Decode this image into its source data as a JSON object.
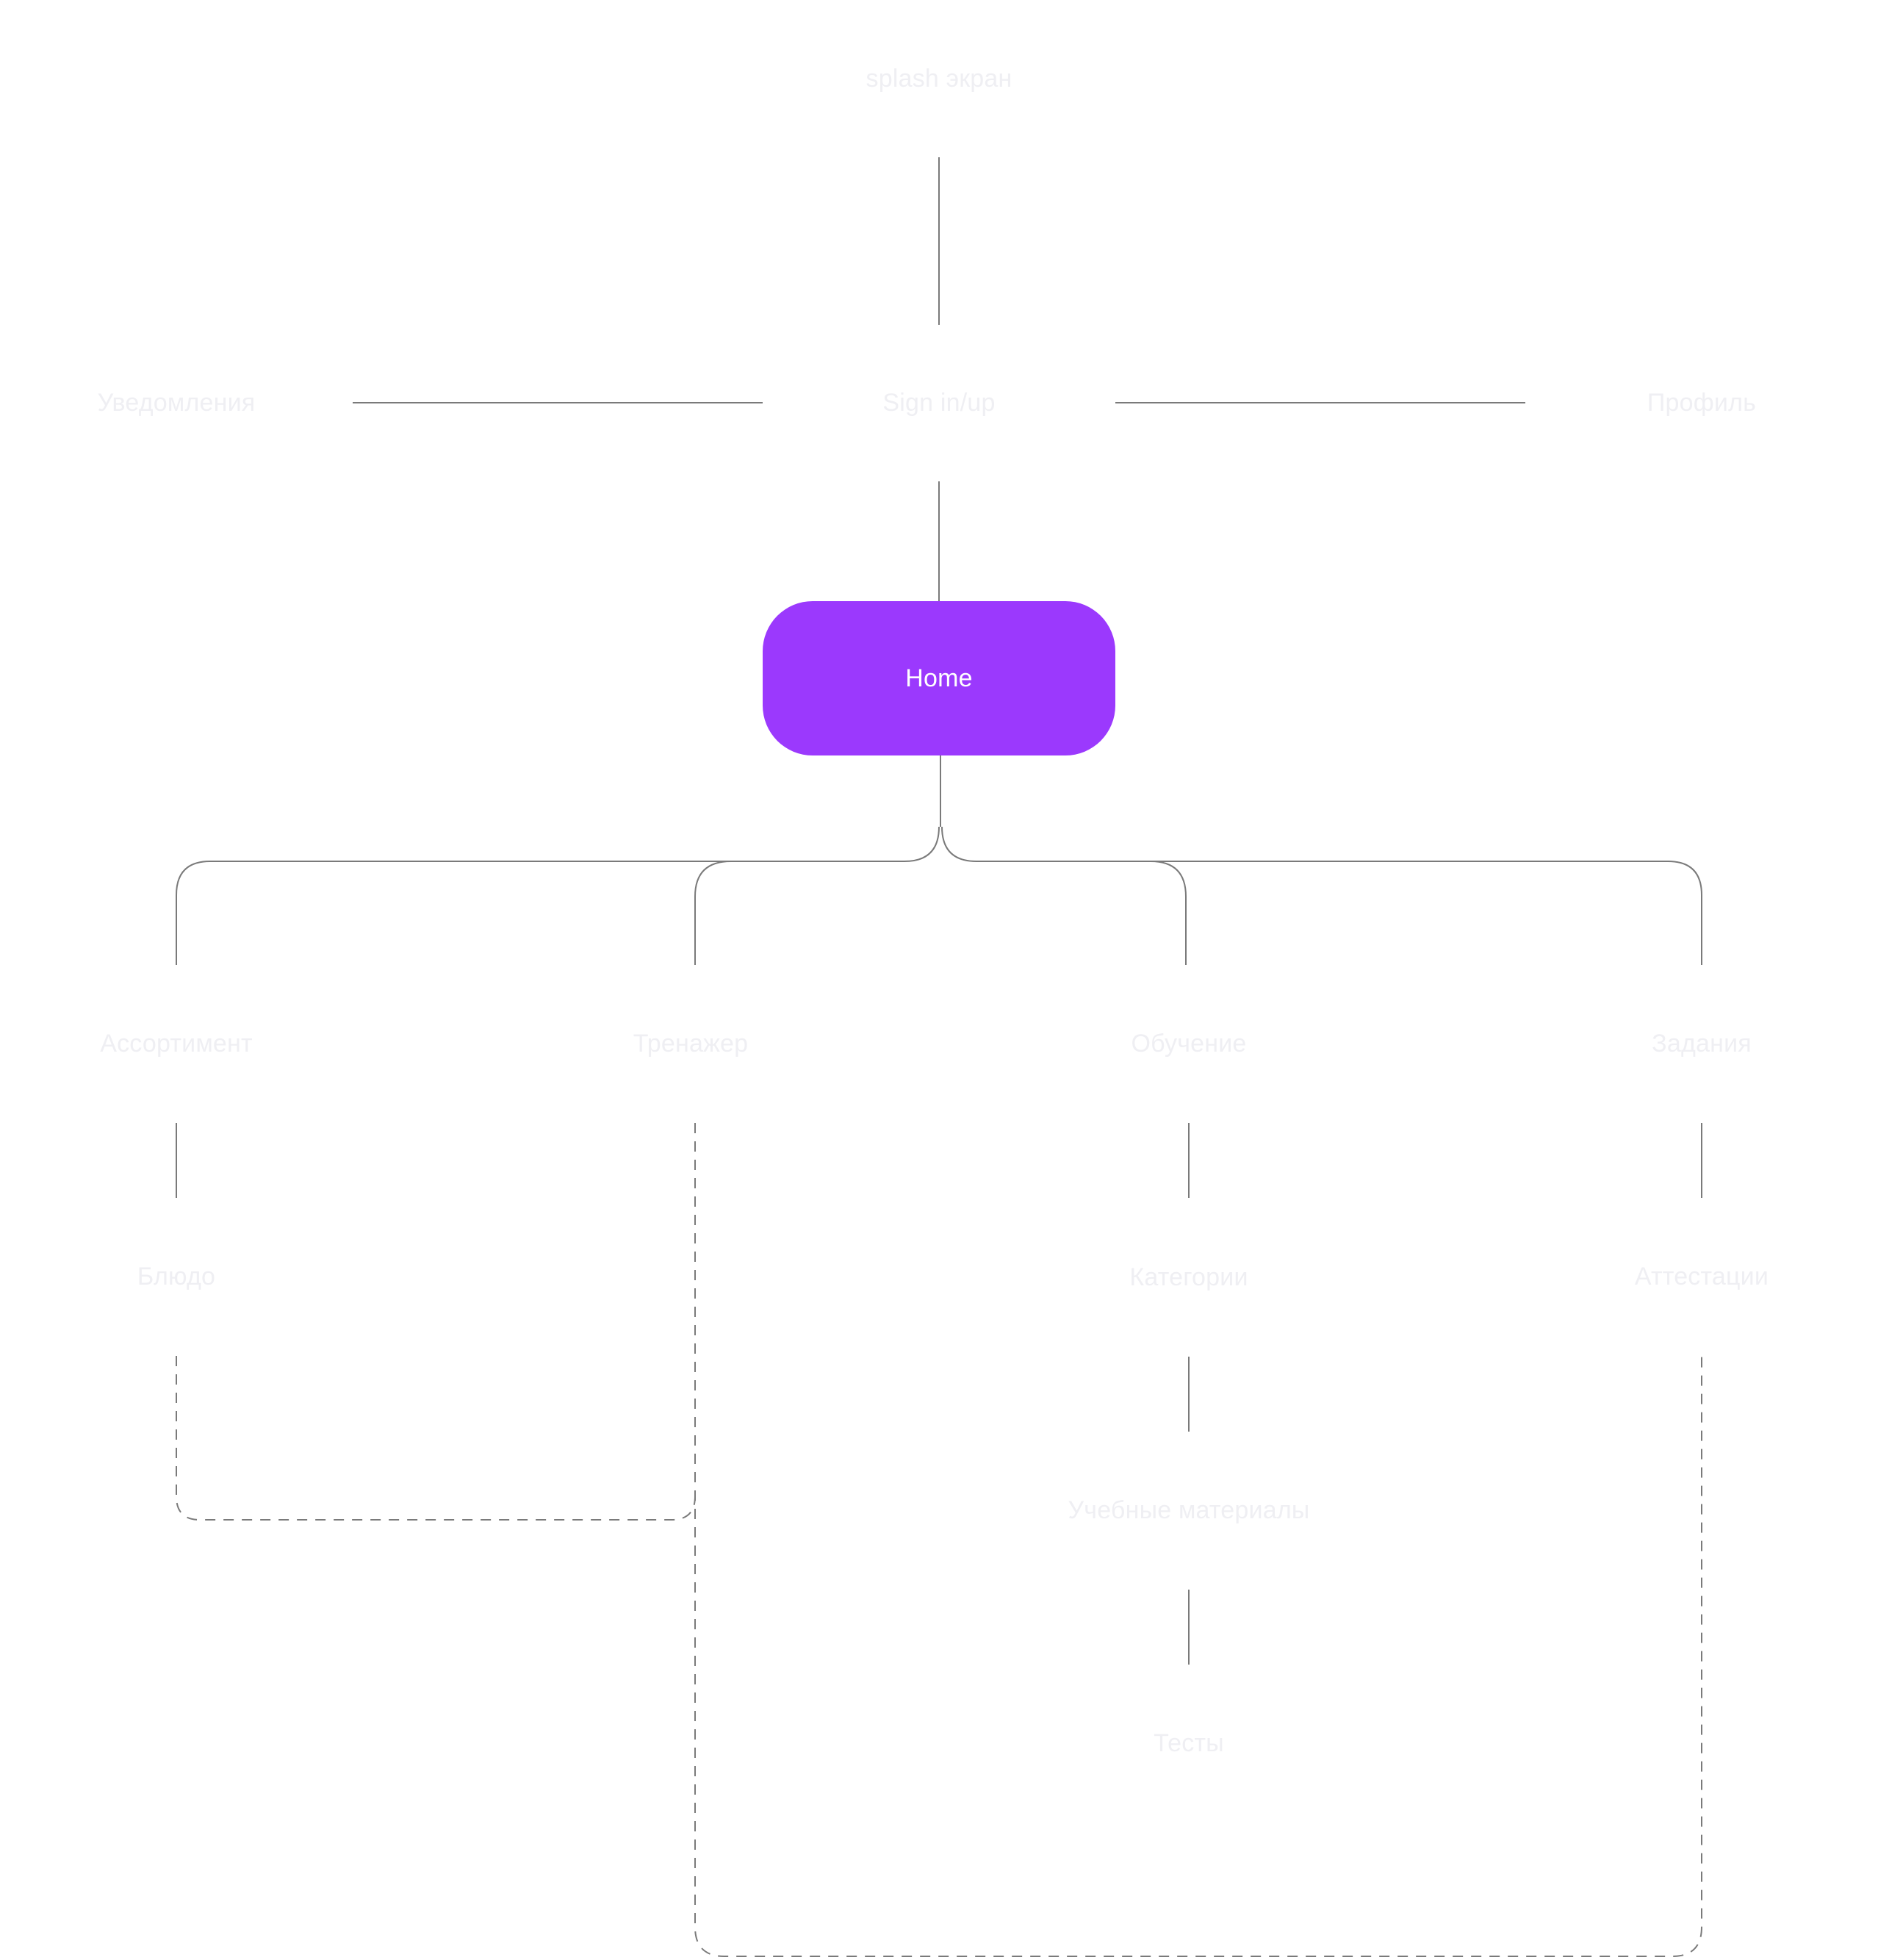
{
  "colors": {
    "primary_fill": "#9b39fd",
    "primary_text": "#ffffff",
    "node_text": "#efeff3",
    "connector": "#7a7a7a"
  },
  "nodes": {
    "splash": {
      "label": "splash экран"
    },
    "signin": {
      "label": "Sign in/up"
    },
    "notifications": {
      "label": "Уведомления"
    },
    "profile": {
      "label": "Профиль"
    },
    "home": {
      "label": "Home"
    },
    "assortment": {
      "label": "Ассортимент"
    },
    "trainer": {
      "label": "Тренажер"
    },
    "learning": {
      "label": "Обучение"
    },
    "tasks": {
      "label": "Задания"
    },
    "dish": {
      "label": "Блюдо"
    },
    "categories": {
      "label": "Категории"
    },
    "attestations": {
      "label": "Аттестации"
    },
    "materials": {
      "label": "Учебные материалы"
    },
    "tests": {
      "label": "Тесты"
    }
  }
}
